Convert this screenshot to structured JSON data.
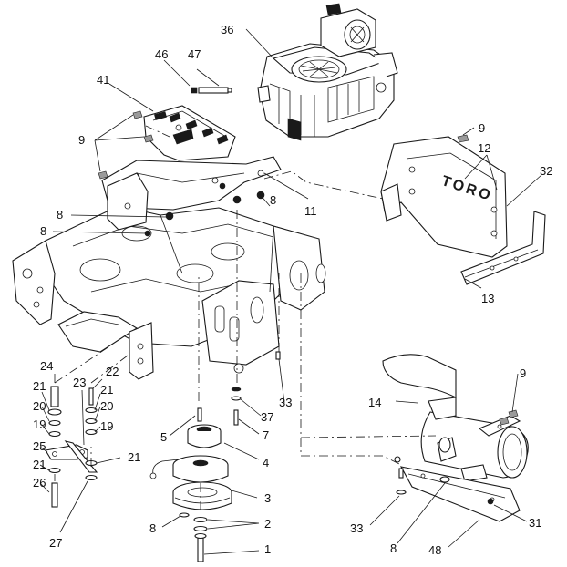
{
  "diagram": {
    "callouts": [
      {
        "id": "c36",
        "text": "36"
      },
      {
        "id": "c46",
        "text": "46"
      },
      {
        "id": "c47",
        "text": "47"
      },
      {
        "id": "c41",
        "text": "41"
      },
      {
        "id": "c9a",
        "text": "9"
      },
      {
        "id": "c9b",
        "text": "9"
      },
      {
        "id": "c12",
        "text": "12"
      },
      {
        "id": "c32",
        "text": "32"
      },
      {
        "id": "c8a",
        "text": "8"
      },
      {
        "id": "c11",
        "text": "11"
      },
      {
        "id": "c8b",
        "text": "8"
      },
      {
        "id": "c8c",
        "text": "8"
      },
      {
        "id": "c13",
        "text": "13"
      },
      {
        "id": "c24",
        "text": "24"
      },
      {
        "id": "c23",
        "text": "23"
      },
      {
        "id": "c22",
        "text": "22"
      },
      {
        "id": "c21a",
        "text": "21"
      },
      {
        "id": "c21b",
        "text": "21"
      },
      {
        "id": "c20a",
        "text": "20"
      },
      {
        "id": "c20b",
        "text": "20"
      },
      {
        "id": "c19a",
        "text": "19"
      },
      {
        "id": "c19b",
        "text": "19"
      },
      {
        "id": "c25",
        "text": "25"
      },
      {
        "id": "c21c",
        "text": "21"
      },
      {
        "id": "c21d",
        "text": "21"
      },
      {
        "id": "c26",
        "text": "26"
      },
      {
        "id": "c27",
        "text": "27"
      },
      {
        "id": "c5",
        "text": "5"
      },
      {
        "id": "c37",
        "text": "37"
      },
      {
        "id": "c7",
        "text": "7"
      },
      {
        "id": "c4",
        "text": "4"
      },
      {
        "id": "c33a",
        "text": "33"
      },
      {
        "id": "c3",
        "text": "3"
      },
      {
        "id": "c8d",
        "text": "8"
      },
      {
        "id": "c2",
        "text": "2"
      },
      {
        "id": "c1",
        "text": "1"
      },
      {
        "id": "c9c",
        "text": "9"
      },
      {
        "id": "c14",
        "text": "14"
      },
      {
        "id": "c33b",
        "text": "33"
      },
      {
        "id": "c8e",
        "text": "8"
      },
      {
        "id": "c48",
        "text": "48"
      },
      {
        "id": "c31",
        "text": "31"
      }
    ],
    "shield_lettering": "TORO"
  }
}
